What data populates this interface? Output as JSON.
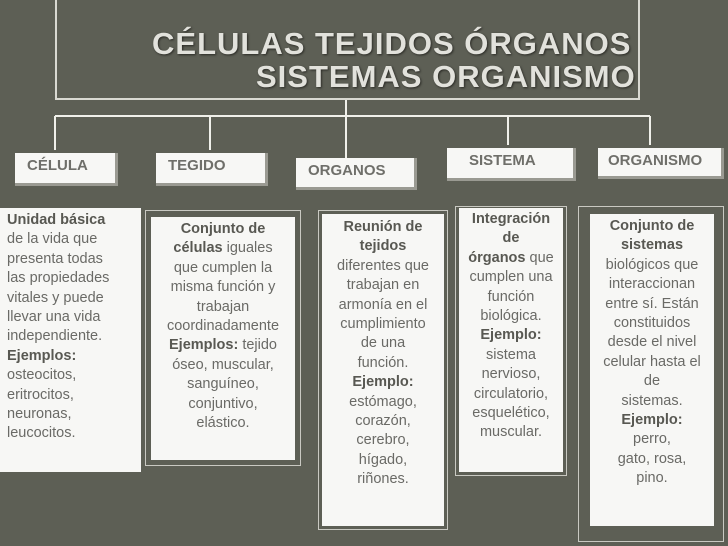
{
  "title": {
    "line1": "CÉLULAS TEJIDOS ÓRGANOS",
    "line2": "SISTEMAS ORGANISMO"
  },
  "columns": [
    {
      "heading": "CÉLULA",
      "lines": [
        [
          {
            "t": "Unidad básica",
            "b": true
          }
        ],
        [
          {
            "t": "de la vida que"
          }
        ],
        [
          {
            "t": "presenta todas"
          }
        ],
        [
          {
            "t": "las propiedades"
          }
        ],
        [
          {
            "t": "vitales y puede"
          }
        ],
        [
          {
            "t": "llevar una vida"
          }
        ],
        [
          {
            "t": "independiente."
          }
        ],
        [
          {
            "t": "Ejemplos:",
            "b": true
          }
        ],
        [
          {
            "t": "osteocitos,"
          }
        ],
        [
          {
            "t": "eritrocitos,"
          }
        ],
        [
          {
            "t": "neuronas,"
          }
        ],
        [
          {
            "t": "leucocitos."
          }
        ]
      ]
    },
    {
      "heading": "TEGIDO",
      "lines": [
        [
          {
            "t": "Conjunto de",
            "b": true
          }
        ],
        [
          {
            "t": "células",
            "b": true
          },
          {
            "t": " iguales"
          }
        ],
        [
          {
            "t": "que cumplen la"
          }
        ],
        [
          {
            "t": "misma función y"
          }
        ],
        [
          {
            "t": "trabajan"
          }
        ],
        [
          {
            "t": "coordinadamente"
          }
        ],
        [
          {
            "t": "Ejemplos:",
            "b": true
          },
          {
            "t": " tejido"
          }
        ],
        [
          {
            "t": "óseo, muscular,"
          }
        ],
        [
          {
            "t": "sanguíneo,"
          }
        ],
        [
          {
            "t": "conjuntivo,"
          }
        ],
        [
          {
            "t": "elástico."
          }
        ]
      ]
    },
    {
      "heading": "ORGANOS",
      "lines": [
        [
          {
            "t": "Reunión de",
            "b": true
          }
        ],
        [
          {
            "t": "tejidos",
            "b": true
          }
        ],
        [
          {
            "t": "diferentes que"
          }
        ],
        [
          {
            "t": "trabajan en"
          }
        ],
        [
          {
            "t": "armonía en el"
          }
        ],
        [
          {
            "t": "cumplimiento"
          }
        ],
        [
          {
            "t": "de una"
          }
        ],
        [
          {
            "t": "función."
          }
        ],
        [
          {
            "t": "Ejemplo:",
            "b": true
          }
        ],
        [
          {
            "t": "estómago,"
          }
        ],
        [
          {
            "t": "corazón,"
          }
        ],
        [
          {
            "t": "cerebro,"
          }
        ],
        [
          {
            "t": "hígado,"
          }
        ],
        [
          {
            "t": "riñones."
          }
        ]
      ]
    },
    {
      "heading": "SISTEMA",
      "lines": [
        [
          {
            "t": "Integración",
            "b": true
          }
        ],
        [
          {
            "t": "de",
            "b": true
          }
        ],
        [
          {
            "t": "órganos",
            "b": true
          },
          {
            "t": " que"
          }
        ],
        [
          {
            "t": "cumplen una"
          }
        ],
        [
          {
            "t": "función"
          }
        ],
        [
          {
            "t": "biológica."
          }
        ],
        [
          {
            "t": "Ejemplo:",
            "b": true
          }
        ],
        [
          {
            "t": "sistema"
          }
        ],
        [
          {
            "t": "nervioso,"
          }
        ],
        [
          {
            "t": "circulatorio,"
          }
        ],
        [
          {
            "t": "esquelético,"
          }
        ],
        [
          {
            "t": "muscular."
          }
        ]
      ]
    },
    {
      "heading": "ORGANISMO",
      "lines": [
        [
          {
            "t": "Conjunto de",
            "b": true
          }
        ],
        [
          {
            "t": "sistemas",
            "b": true
          }
        ],
        [
          {
            "t": "biológicos que"
          }
        ],
        [
          {
            "t": "interaccionan"
          }
        ],
        [
          {
            "t": "entre sí. Están"
          }
        ],
        [
          {
            "t": "constituidos"
          }
        ],
        [
          {
            "t": "desde el nivel"
          }
        ],
        [
          {
            "t": "celular hasta el"
          }
        ],
        [
          {
            "t": "de"
          }
        ],
        [
          {
            "t": "sistemas."
          }
        ],
        [
          {
            "t": "Ejemplo:",
            "b": true
          }
        ],
        [
          {
            "t": "perro,"
          }
        ],
        [
          {
            "t": "gato, rosa,"
          }
        ],
        [
          {
            "t": "pino."
          }
        ]
      ]
    }
  ]
}
